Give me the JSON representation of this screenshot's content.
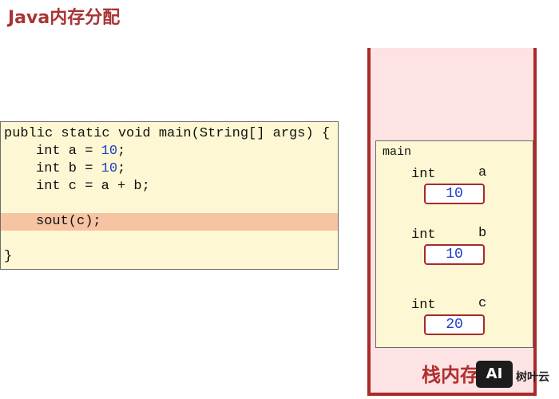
{
  "title": "Java内存分配",
  "code": {
    "signature": "public static void main(String[] args) {",
    "line_a": {
      "prefix": "int a = ",
      "value": "10",
      "suffix": ";"
    },
    "line_b": {
      "prefix": "int b = ",
      "value": "10",
      "suffix": ";"
    },
    "line_c": "int c = a + b;",
    "line_sout": "sout(c);",
    "closing": "}"
  },
  "stack": {
    "label": "栈内存",
    "frame_name": "main",
    "vars": [
      {
        "type": "int",
        "name": "a",
        "value": "10"
      },
      {
        "type": "int",
        "name": "b",
        "value": "10"
      },
      {
        "type": "int",
        "name": "c",
        "value": "20"
      }
    ]
  },
  "watermark": {
    "logo": "AI",
    "text": "树叶云"
  },
  "colors": {
    "title": "#a83434",
    "stack_border": "#a82a2a",
    "number": "#1f3fc4",
    "highlight": "#f7c4a3"
  }
}
